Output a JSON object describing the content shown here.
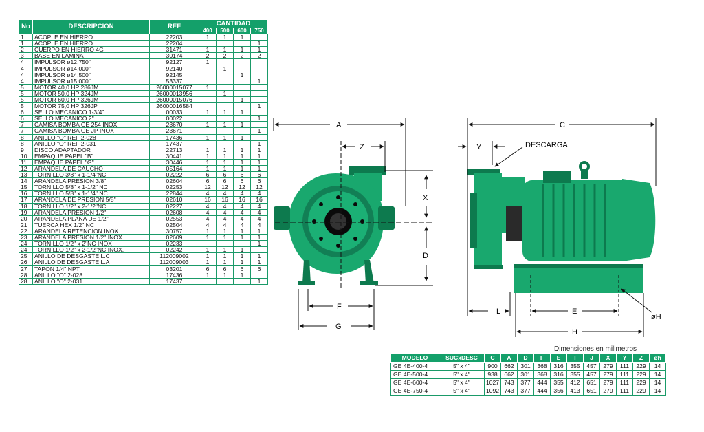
{
  "parts_table": {
    "headers": {
      "no": "No",
      "description": "DESCRIPCION",
      "ref": "REF",
      "cantidad": "CANTIDAD",
      "q": [
        "400",
        "500",
        "600",
        "750"
      ]
    },
    "rows": [
      {
        "no": "1",
        "desc": "ACOPLE EN HIERRO",
        "ref": "22203",
        "q": [
          "1",
          "1",
          "1",
          ""
        ]
      },
      {
        "no": "1",
        "desc": "ACOPLE EN HIERRO",
        "ref": "22204",
        "q": [
          "",
          "",
          "",
          "1"
        ]
      },
      {
        "no": "2",
        "desc": "CUERPO EN HIERRO 4G",
        "ref": "31471",
        "q": [
          "1",
          "1",
          "1",
          "1"
        ]
      },
      {
        "no": "3",
        "desc": "BASE EN LAMINA",
        "ref": "30174",
        "q": [
          "2",
          "2",
          "2",
          "2"
        ]
      },
      {
        "no": "4",
        "desc": "IMPULSOR  ø12,750\"",
        "ref": "92127",
        "q": [
          "1",
          "",
          "",
          ""
        ]
      },
      {
        "no": "4",
        "desc": "IMPULSOR  ø14,000\"",
        "ref": "92140",
        "q": [
          "",
          "1",
          "",
          ""
        ]
      },
      {
        "no": "4",
        "desc": "IMPULSOR  ø14,500\"",
        "ref": "92145",
        "q": [
          "",
          "",
          "1",
          ""
        ]
      },
      {
        "no": "4",
        "desc": "IMPULSOR  ø15,000\"",
        "ref": "53337",
        "q": [
          "",
          "",
          "",
          "1"
        ]
      },
      {
        "no": "5",
        "desc": "MOTOR 40,0 HP 286JM",
        "ref": "26000015077",
        "q": [
          "1",
          "",
          "",
          ""
        ]
      },
      {
        "no": "5",
        "desc": "MOTOR 50,0 HP 324JM",
        "ref": "26000013956",
        "q": [
          "",
          "1",
          "",
          ""
        ]
      },
      {
        "no": "5",
        "desc": "MOTOR 60,0 HP 326JM",
        "ref": "26000015076",
        "q": [
          "",
          "",
          "1",
          ""
        ]
      },
      {
        "no": "5",
        "desc": "MOTOR 75,0 HP 326JP",
        "ref": "26000016584",
        "q": [
          "",
          "",
          "",
          "1"
        ]
      },
      {
        "no": "6",
        "desc": "SELLO MECANICO 1-3/4\"",
        "ref": "00033",
        "q": [
          "1",
          "1",
          "1",
          ""
        ]
      },
      {
        "no": "6",
        "desc": "SELLO MECANICO 2\"",
        "ref": "00022",
        "q": [
          "",
          "",
          "",
          "1"
        ]
      },
      {
        "no": "7",
        "desc": "CAMISA BOMBA GE 254 INOX",
        "ref": "23670",
        "q": [
          "1",
          "1",
          "1",
          ""
        ]
      },
      {
        "no": "7",
        "desc": "CAMISA BOMBA GE JP INOX",
        "ref": "23671",
        "q": [
          "",
          "",
          "",
          "1"
        ]
      },
      {
        "no": "8",
        "desc": "ANILLO \"O\" REF 2-028",
        "ref": "17436",
        "q": [
          "1",
          "1",
          "1",
          ""
        ]
      },
      {
        "no": "8",
        "desc": "ANILLO \"O\" REF 2-031",
        "ref": "17437",
        "q": [
          "",
          "",
          "",
          "1"
        ]
      },
      {
        "no": "9",
        "desc": "DISCO ADAPTADOR",
        "ref": "22713",
        "q": [
          "1",
          "1",
          "1",
          "1"
        ]
      },
      {
        "no": "10",
        "desc": "EMPAQUE PAPEL \"B\"",
        "ref": "30441",
        "q": [
          "1",
          "1",
          "1",
          "1"
        ]
      },
      {
        "no": "11",
        "desc": "EMPAQUE PAPEL \"G\"",
        "ref": "30446",
        "q": [
          "1",
          "1",
          "1",
          "1"
        ]
      },
      {
        "no": "12",
        "desc": "ARANDELA DE CAUCHO",
        "ref": "05164",
        "q": [
          "1",
          "1",
          "1",
          "1"
        ]
      },
      {
        "no": "13",
        "desc": "TORNILLO 3/8\" x 1-1/4\"NC",
        "ref": "02222",
        "q": [
          "6",
          "6",
          "6",
          "6"
        ]
      },
      {
        "no": "14",
        "desc": "ARANDELA PRESION 3/8\"",
        "ref": "02604",
        "q": [
          "6",
          "6",
          "6",
          "6"
        ]
      },
      {
        "no": "15",
        "desc": "TORNILLO 5/8\" x 1-1/2\" NC",
        "ref": "02253",
        "q": [
          "12",
          "12",
          "12",
          "12"
        ]
      },
      {
        "no": "16",
        "desc": "TORNILLO 5/8\" x 1-1/4\" NC",
        "ref": "22844",
        "q": [
          "4",
          "4",
          "4",
          "4"
        ]
      },
      {
        "no": "17",
        "desc": "ARANDELA DE PRESION 5/8\"",
        "ref": "02610",
        "q": [
          "16",
          "16",
          "16",
          "16"
        ]
      },
      {
        "no": "18",
        "desc": "TORNILLO 1/2\" x 2-1/2\"NC",
        "ref": "02227",
        "q": [
          "4",
          "4",
          "4",
          "4"
        ]
      },
      {
        "no": "19",
        "desc": "ARANDELA PRESION 1/2\"",
        "ref": "02608",
        "q": [
          "4",
          "4",
          "4",
          "4"
        ]
      },
      {
        "no": "20",
        "desc": "ARANDELA PLANA DE 1/2\"",
        "ref": "02553",
        "q": [
          "4",
          "4",
          "4",
          "4"
        ]
      },
      {
        "no": "21",
        "desc": "TUERCA HEX 1/2\" NC",
        "ref": "02504",
        "q": [
          "4",
          "4",
          "4",
          "4"
        ]
      },
      {
        "no": "22",
        "desc": "ARANDELA RETENCION INOX",
        "ref": "30757",
        "q": [
          "1",
          "1",
          "1",
          "1"
        ]
      },
      {
        "no": "23",
        "desc": "ARANDELA PRESION 1/2\" INOX",
        "ref": "02609",
        "q": [
          "1",
          "1",
          "1",
          "1"
        ]
      },
      {
        "no": "24",
        "desc": "TORNILLO 1/2\" x 2\"NC INOX",
        "ref": "02233",
        "q": [
          "",
          "",
          "",
          "1"
        ]
      },
      {
        "no": "24",
        "desc": "TORNILLO 1/2\" x 2-1/2\"NC INOX.",
        "ref": "02242",
        "q": [
          "1",
          "1",
          "1",
          ""
        ]
      },
      {
        "no": "25",
        "desc": "ANILLO DE DESGASTE L.C",
        "ref": "112009002",
        "q": [
          "1",
          "1",
          "1",
          "1"
        ]
      },
      {
        "no": "26",
        "desc": "ANILLO DE DESGASTE L.A",
        "ref": "112009003",
        "q": [
          "1",
          "1",
          "1",
          "1"
        ]
      },
      {
        "no": "27",
        "desc": "TAPON 1/4\" NPT",
        "ref": "03201",
        "q": [
          "6",
          "6",
          "6",
          "6"
        ]
      },
      {
        "no": "28",
        "desc": "ANILLO \"O\" 2-028",
        "ref": "17436",
        "q": [
          "1",
          "1",
          "1",
          ""
        ]
      },
      {
        "no": "28",
        "desc": "ANILLO \"O\" 2-031",
        "ref": "17437",
        "q": [
          "",
          "",
          "",
          "1"
        ]
      }
    ]
  },
  "drawing_labels": {
    "a": "A",
    "z": "Z",
    "x": "X",
    "d": "D",
    "f": "F",
    "g": "G",
    "c": "C",
    "y": "Y",
    "descarga": "DESCARGA",
    "l": "L",
    "e": "E",
    "h": "H",
    "oh": "øH"
  },
  "dimensions_table": {
    "caption": "Dimensiones en milimetros",
    "headers": [
      "MODELO",
      "SUCxDESC",
      "C",
      "A",
      "D",
      "F",
      "E",
      "I",
      "J",
      "X",
      "Y",
      "Z",
      "øh"
    ],
    "rows": [
      [
        "GE 4E-400-4",
        "5\" x 4\"",
        "900",
        "662",
        "301",
        "368",
        "316",
        "355",
        "457",
        "279",
        "111",
        "229",
        "14"
      ],
      [
        "GE 4E-500-4",
        "5\" x 4\"",
        "938",
        "662",
        "301",
        "368",
        "316",
        "355",
        "457",
        "279",
        "111",
        "229",
        "14"
      ],
      [
        "GE 4E-600-4",
        "5\" x 4\"",
        "1027",
        "743",
        "377",
        "444",
        "355",
        "412",
        "651",
        "279",
        "111",
        "229",
        "14"
      ],
      [
        "GE 4E-750-4",
        "5\" x 4\"",
        "1092",
        "743",
        "377",
        "444",
        "356",
        "413",
        "651",
        "279",
        "111",
        "229",
        "14"
      ]
    ]
  },
  "colors": {
    "green": "#14a06a",
    "pump": "#19a86e",
    "pump_dark": "#0d7a4e",
    "line": "#111111"
  }
}
